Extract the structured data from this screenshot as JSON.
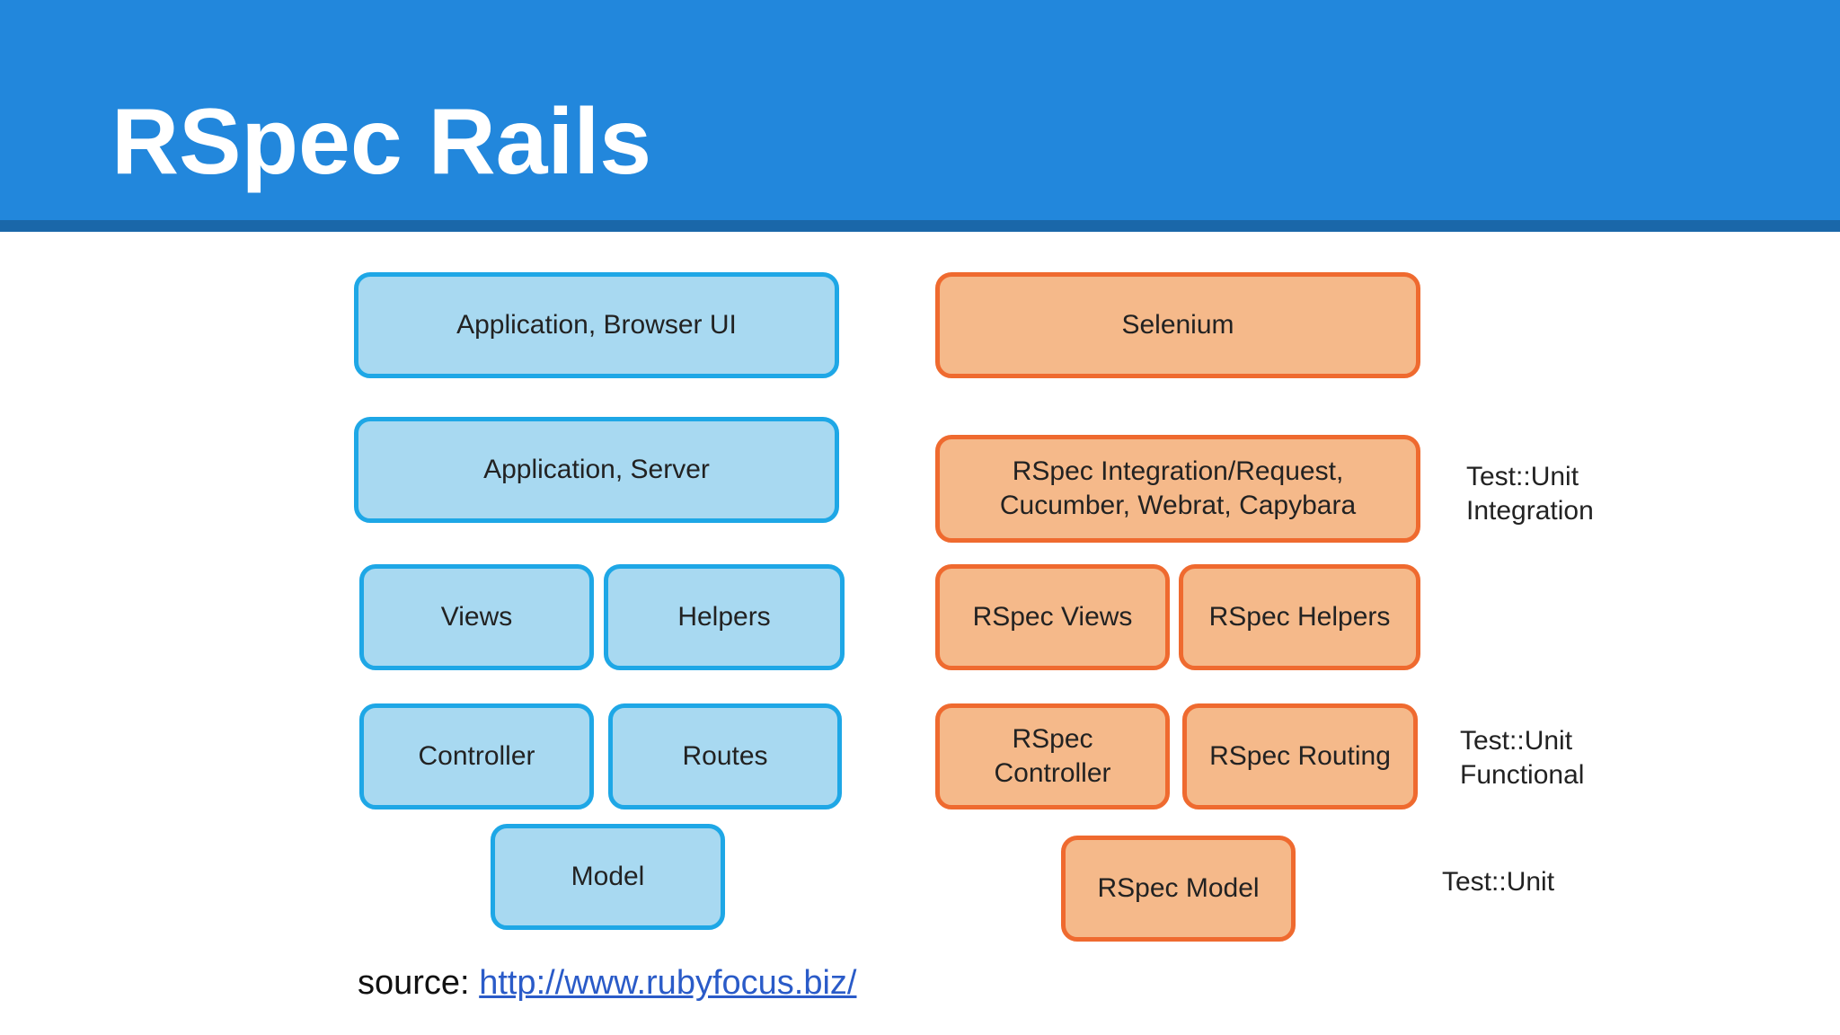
{
  "slide": {
    "title": "RSpec Rails"
  },
  "diagram": {
    "app_layers": {
      "browser_ui": "Application, Browser UI",
      "server": "Application, Server",
      "views": "Views",
      "helpers": "Helpers",
      "controller": "Controller",
      "routes": "Routes",
      "model": "Model"
    },
    "test_tools": {
      "selenium": "Selenium",
      "integration": "RSpec Integration/Request,\nCucumber, Webrat, Capybara",
      "rspec_views": "RSpec Views",
      "rspec_helpers": "RSpec Helpers",
      "rspec_controller": "RSpec\nController",
      "rspec_routing": "RSpec Routing",
      "rspec_model": "RSpec Model"
    },
    "test_unit_labels": {
      "integration": "Test::Unit\nIntegration",
      "functional": "Test::Unit\nFunctional",
      "unit": "Test::Unit"
    },
    "colors": {
      "header": "#2287dc",
      "app_fill": "#a8d9f1",
      "app_border": "#1ea7e6",
      "tool_fill": "#f5b98a",
      "tool_border": "#ef6a2f"
    }
  },
  "footer": {
    "source_label": "source:",
    "source_link": "http://www.rubyfocus.biz/"
  }
}
